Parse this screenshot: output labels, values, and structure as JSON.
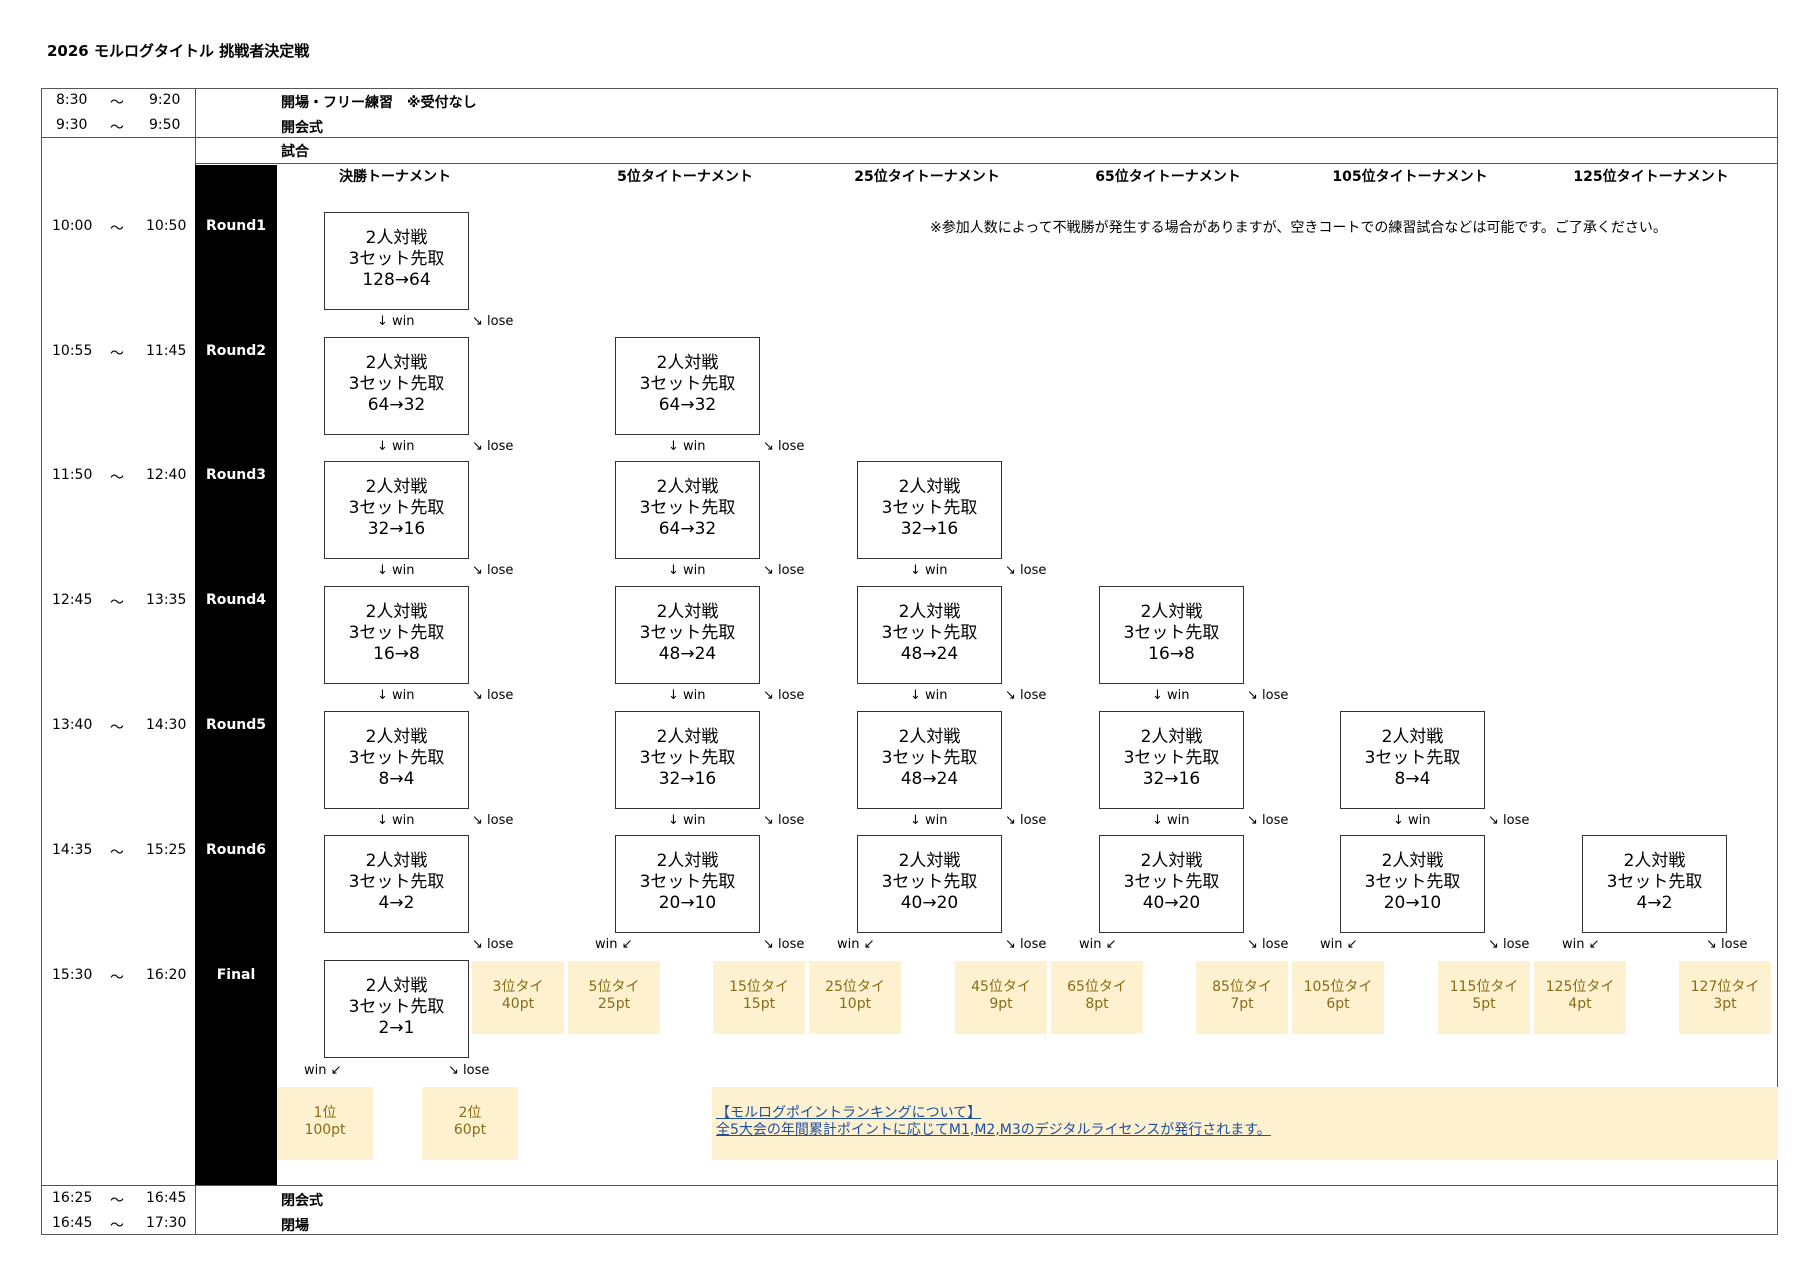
{
  "title": "2026 モルログタイトル 挑戦者決定戦",
  "schedule_top": [
    {
      "start": "8:30",
      "sep": "〜",
      "end": "9:20",
      "event": "開場・フリー練習　※受付なし"
    },
    {
      "start": "9:30",
      "sep": "〜",
      "end": "9:50",
      "event": "開会式"
    }
  ],
  "schedule_bottom": [
    {
      "start": "16:25",
      "sep": "〜",
      "end": "16:45",
      "event": "閉会式"
    },
    {
      "start": "16:45",
      "sep": "〜",
      "end": "17:30",
      "event": "閉場"
    }
  ],
  "match_label": "試合",
  "columns": [
    "決勝トーナメント",
    "5位タイトーナメント",
    "25位タイトーナメント",
    "65位タイトーナメント",
    "105位タイトーナメント",
    "125位タイトーナメント"
  ],
  "rounds": [
    {
      "start": "10:00",
      "sep": "〜",
      "end": "10:50",
      "label": "Round1"
    },
    {
      "start": "10:55",
      "sep": "〜",
      "end": "11:45",
      "label": "Round2"
    },
    {
      "start": "11:50",
      "sep": "〜",
      "end": "12:40",
      "label": "Round3"
    },
    {
      "start": "12:45",
      "sep": "〜",
      "end": "13:35",
      "label": "Round4"
    },
    {
      "start": "13:40",
      "sep": "〜",
      "end": "14:30",
      "label": "Round5"
    },
    {
      "start": "14:35",
      "sep": "〜",
      "end": "15:25",
      "label": "Round6"
    },
    {
      "start": "15:30",
      "sep": "〜",
      "end": "16:20",
      "label": "Final"
    }
  ],
  "notice": "※参加人数によって不戦勝が発生する場合がありますが、空きコートでの練習試合などは可能です。ご了承ください。",
  "match_line1": "2人対戦",
  "match_line2": "3セット先取",
  "win_down": "↓ win",
  "lose_right": "↘ lose",
  "win_left": "win ↙",
  "matches": [
    {
      "col": 0,
      "round": 0,
      "line3": "128→64"
    },
    {
      "col": 0,
      "round": 1,
      "line3": "64→32"
    },
    {
      "col": 1,
      "round": 1,
      "line3": "64→32"
    },
    {
      "col": 0,
      "round": 2,
      "line3": "32→16"
    },
    {
      "col": 1,
      "round": 2,
      "line3": "64→32"
    },
    {
      "col": 2,
      "round": 2,
      "line3": "32→16"
    },
    {
      "col": 0,
      "round": 3,
      "line3": "16→8"
    },
    {
      "col": 1,
      "round": 3,
      "line3": "48→24"
    },
    {
      "col": 2,
      "round": 3,
      "line3": "48→24"
    },
    {
      "col": 3,
      "round": 3,
      "line3": "16→8"
    },
    {
      "col": 0,
      "round": 4,
      "line3": "8→4"
    },
    {
      "col": 1,
      "round": 4,
      "line3": "32→16"
    },
    {
      "col": 2,
      "round": 4,
      "line3": "48→24"
    },
    {
      "col": 3,
      "round": 4,
      "line3": "32→16"
    },
    {
      "col": 4,
      "round": 4,
      "line3": "8→4"
    },
    {
      "col": 0,
      "round": 5,
      "line3": "4→2"
    },
    {
      "col": 1,
      "round": 5,
      "line3": "20→10"
    },
    {
      "col": 2,
      "round": 5,
      "line3": "40→20"
    },
    {
      "col": 3,
      "round": 5,
      "line3": "40→20"
    },
    {
      "col": 4,
      "round": 5,
      "line3": "20→10"
    },
    {
      "col": 5,
      "round": 5,
      "line3": "4→2"
    },
    {
      "col": 0,
      "round": 6,
      "line3": "2→1"
    }
  ],
  "placements_final": [
    {
      "rank": "3位タイ",
      "pt": "40pt"
    },
    {
      "rank": "5位タイ",
      "pt": "25pt"
    },
    {
      "rank": "15位タイ",
      "pt": "15pt"
    },
    {
      "rank": "25位タイ",
      "pt": "10pt"
    },
    {
      "rank": "45位タイ",
      "pt": "9pt"
    },
    {
      "rank": "65位タイ",
      "pt": "8pt"
    },
    {
      "rank": "85位タイ",
      "pt": "7pt"
    },
    {
      "rank": "105位タイ",
      "pt": "6pt"
    },
    {
      "rank": "115位タイ",
      "pt": "5pt"
    },
    {
      "rank": "125位タイ",
      "pt": "4pt"
    },
    {
      "rank": "127位タイ",
      "pt": "3pt"
    }
  ],
  "placements_top": [
    {
      "rank": "1位",
      "pt": "100pt"
    },
    {
      "rank": "2位",
      "pt": "60pt"
    }
  ],
  "ranking_info": {
    "heading": "【モルログポイントランキングについて】",
    "body": "全5大会の年間累計ポイントに応じてM1,M2,M3のデジタルライセンスが発行されます。"
  },
  "colors": {
    "placement_bg": "#fdf1cf",
    "placement_text": "#8a6b16",
    "link": "#1f4fa0"
  }
}
